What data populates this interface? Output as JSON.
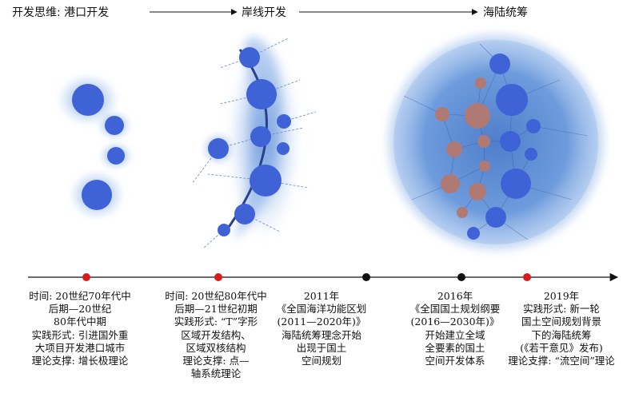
{
  "stages": [
    {
      "label": "开发思维: 港口开发"
    },
    {
      "label": "岸线开发"
    },
    {
      "label": "海陆统筹"
    }
  ],
  "timeline": {
    "points": [
      {
        "kind": "red"
      },
      {
        "kind": "red"
      },
      {
        "kind": "black"
      },
      {
        "kind": "black"
      },
      {
        "kind": "red"
      }
    ]
  },
  "columns": [
    {
      "lines": [
        "时间: 20世纪70年代中",
        "后期—20世纪",
        "80年代中期",
        "实践形式: 引进国外重",
        "大项目开发港口城市",
        "理论支撑: 增长极理论"
      ]
    },
    {
      "lines": [
        "时间: 20世纪80年代中",
        "后期—21世纪初期",
        "实践形式: “T”字形",
        "区域开发结构、",
        "区域双核结构",
        "理论支撑: 点—",
        "轴系统理论"
      ]
    },
    {
      "lines": [
        "2011年",
        "《全国海洋功能区划",
        "(2011—2020年)》",
        "海陆统筹理念开始",
        "出现于国土",
        "空间规划"
      ]
    },
    {
      "lines": [
        "2016年",
        "《全国国土规划纲要",
        "(2016—2030年)》",
        "开始建立全域",
        "全要素的国土",
        "空间开发体系"
      ]
    },
    {
      "lines": [
        "2019年",
        "实践形式: 新一轮",
        "国土空间规划背景",
        "下的海陆统筹",
        "(《若干意见》发布)",
        "理论支撑: “流空间”理论"
      ]
    }
  ],
  "colors": {
    "blue_node": "#3f63d6",
    "brown_node": "#b07a74",
    "halo": "#6f9bdc",
    "red_point": "#d81c1c",
    "black_point": "#111111",
    "axis_curve": "#2b3f8f"
  }
}
